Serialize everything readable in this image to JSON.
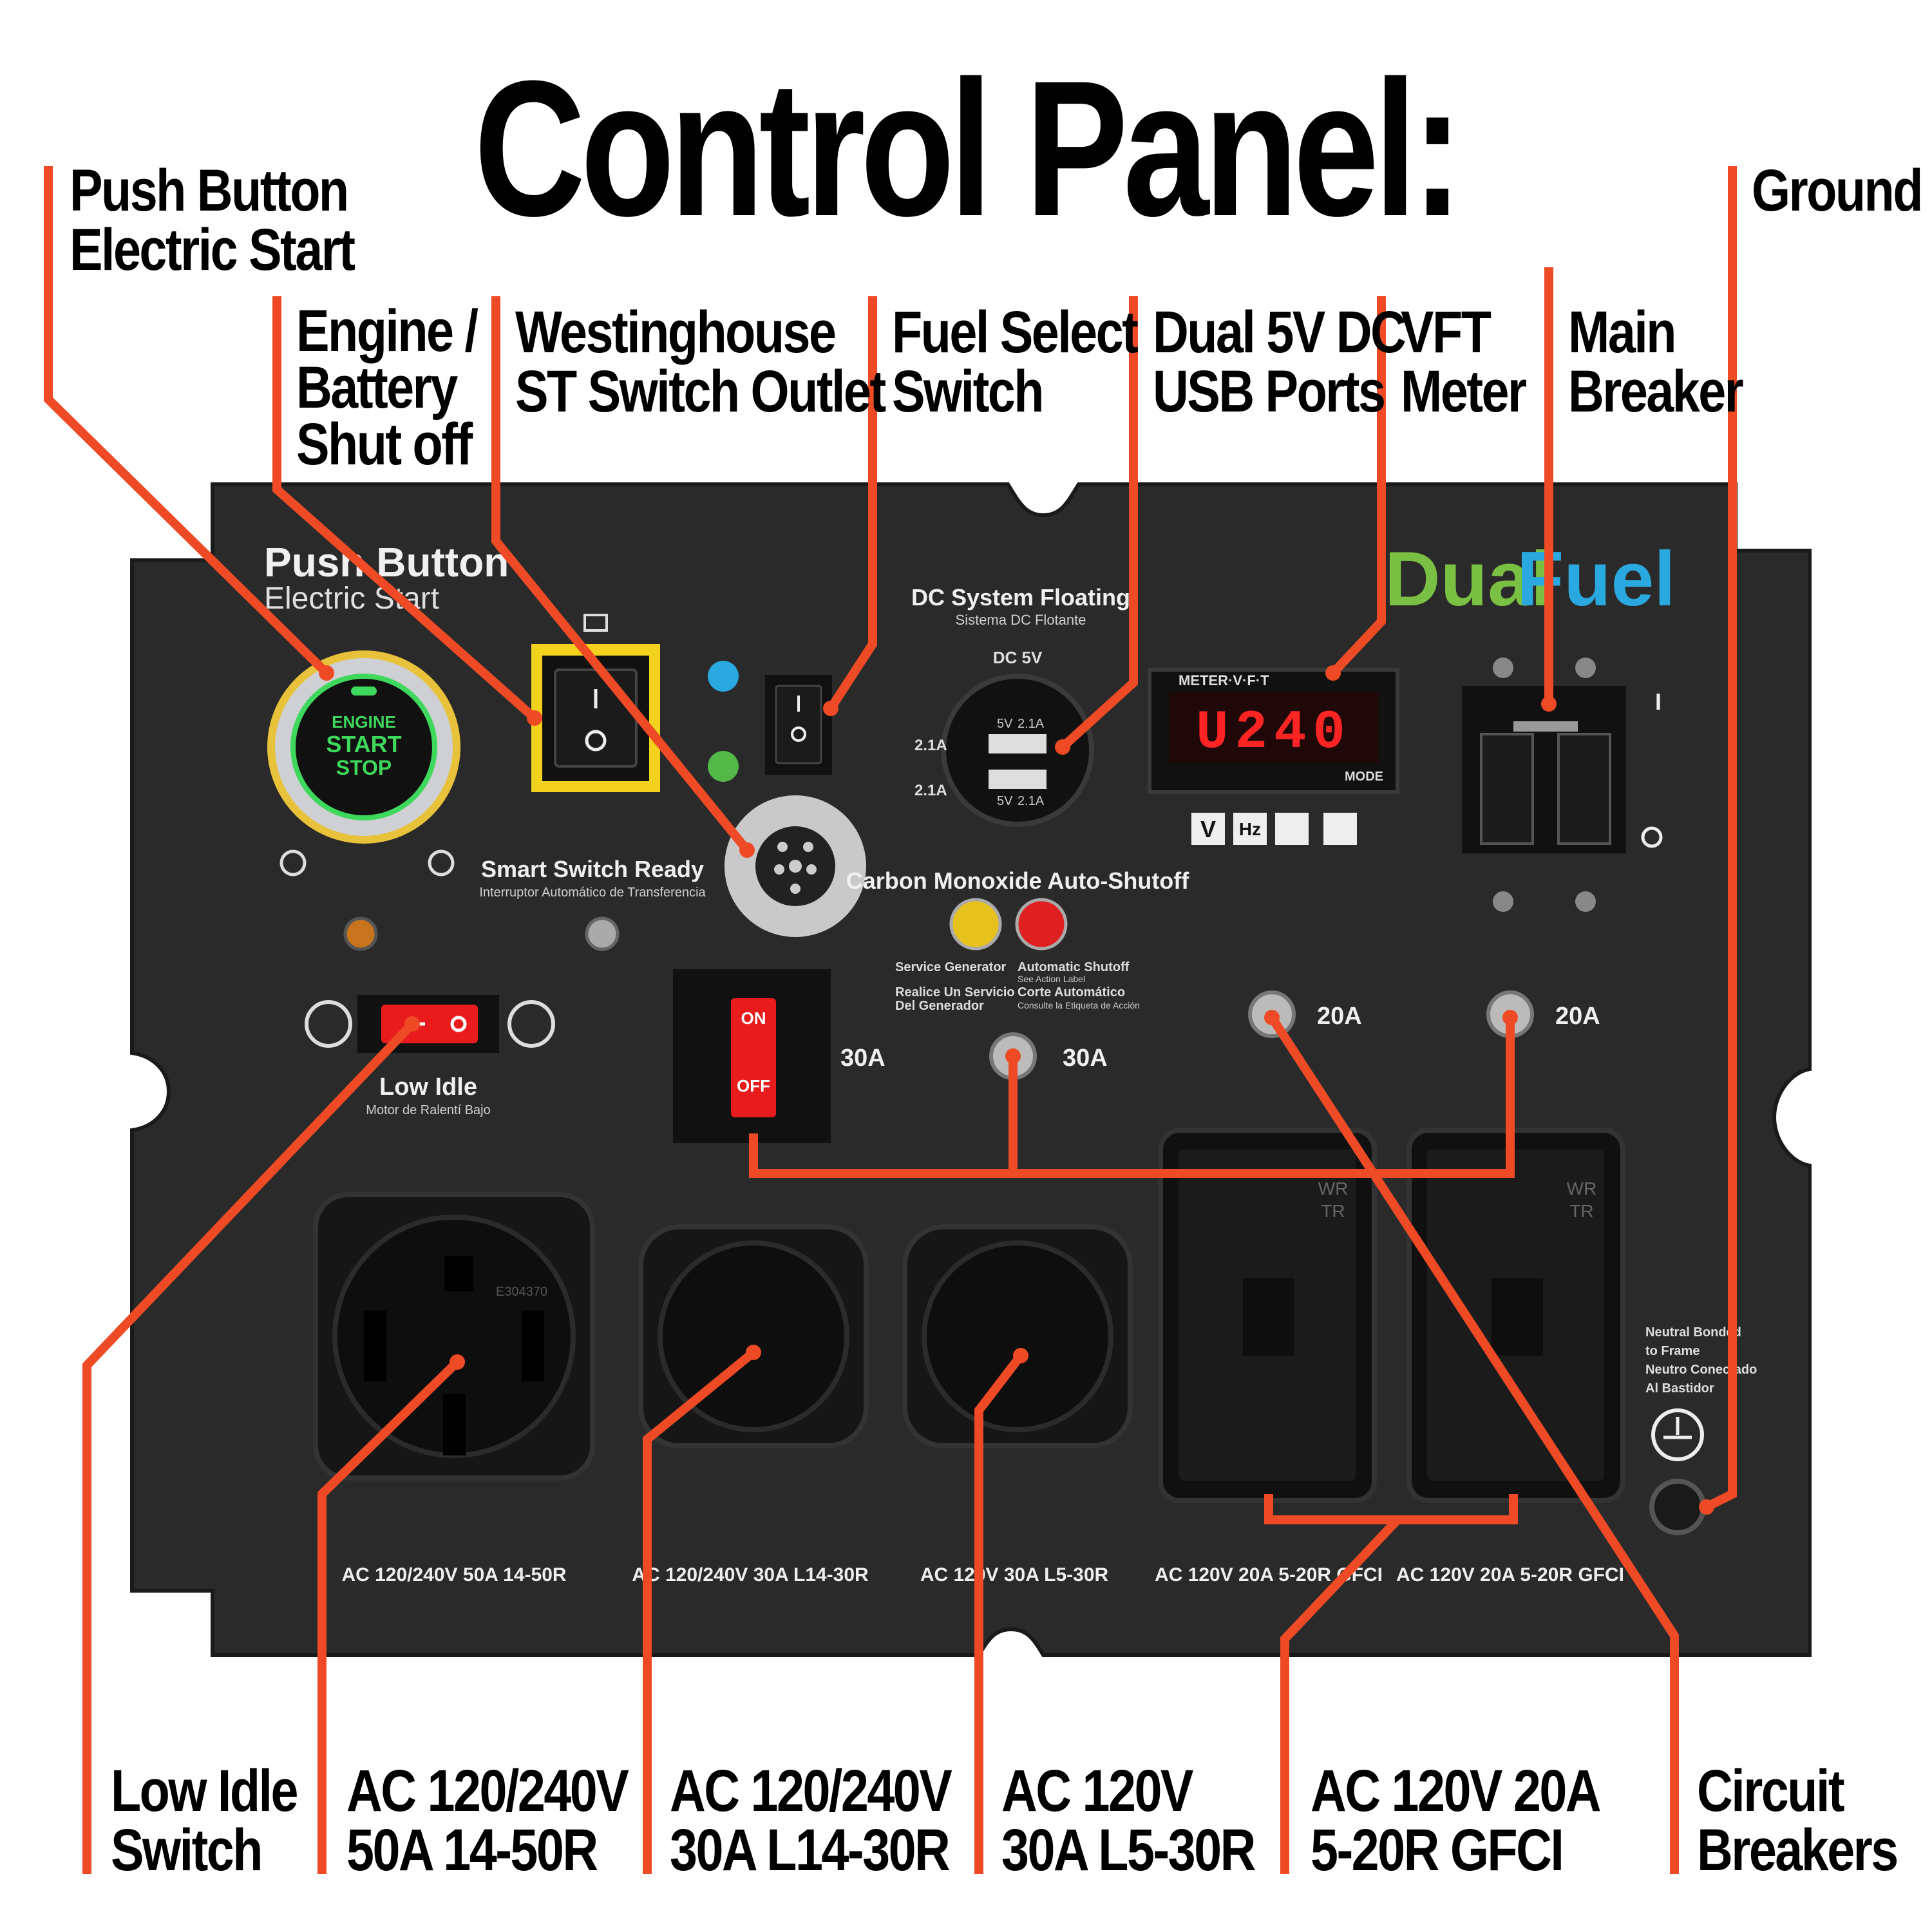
{
  "title": "Control Panel:",
  "callouts": {
    "push_button": [
      "Push Button",
      "Electric Start"
    ],
    "engine_battery": [
      "Engine /",
      "Battery",
      "Shut off"
    ],
    "st_switch": [
      "Westinghouse",
      "ST Switch Outlet"
    ],
    "fuel_select": [
      "Fuel Select",
      "Switch"
    ],
    "usb": [
      "Dual 5V DC",
      "USB Ports"
    ],
    "vft": [
      "VFT",
      "Meter"
    ],
    "main_breaker": [
      "Main",
      "Breaker"
    ],
    "ground": [
      "Ground"
    ],
    "low_idle": [
      "Low Idle",
      "Switch"
    ],
    "o50": [
      "AC 120/240V",
      "50A 14-50R"
    ],
    "l1430": [
      "AC 120/240V",
      "30A L14-30R"
    ],
    "l530": [
      "AC 120V",
      "30A L5-30R"
    ],
    "gfci": [
      "AC 120V 20A",
      "5-20R GFCI"
    ],
    "breakers": [
      "Circuit",
      "Breakers"
    ]
  },
  "panel": {
    "brand_a": "Dual",
    "brand_b": "Fuel",
    "start_button": [
      "ENGINE",
      "START",
      "STOP"
    ],
    "push_button_label": [
      "Push Button",
      "Electric Start"
    ],
    "smart_switch": [
      "Smart Switch Ready",
      "Interruptor Automático de Transferencia"
    ],
    "dc_system": [
      "DC System Floating",
      "Sistema DC Flotante"
    ],
    "dc5v": "DC 5V",
    "usb_port_a": [
      "5V",
      "2.1A"
    ],
    "usb_port_b": [
      "5V",
      "2.1A"
    ],
    "usb_side_a": "2.1A",
    "usb_side_b": "2.1A",
    "meter_brand": "METER·V·F·T",
    "meter_value": "U240",
    "meter_mode": "MODE",
    "meter_buttons": [
      "V",
      "Hz"
    ],
    "co_title": "Carbon Monoxide Auto-Shutoff",
    "service_gen": [
      "Service Generator",
      "Realice Un Servicio",
      "Del Generador"
    ],
    "auto_shutoff": [
      "Automatic Shutoff",
      "See Action Label",
      "Corte Automático",
      "Consulte la Etiqueta de Acción"
    ],
    "low_idle": [
      "Low Idle",
      "Motor de Ralentí Bajo"
    ],
    "rocker_on": "ON",
    "rocker_off": "OFF",
    "amp_30_a": "30A",
    "amp_30_b": "30A",
    "amp_20_a": "20A",
    "amp_20_b": "20A",
    "breaker_on": "I",
    "outlet_labels": [
      "AC 120/240V 50A 14-50R",
      "AC 120/240V 30A L14-30R",
      "AC 120V 30A L5-30R",
      "AC 120V 20A 5-20R GFCI",
      "AC 120V 20A 5-20R GFCI"
    ],
    "neutral_bonded": [
      "Neutral Bonded",
      "to Frame",
      "Neutro Conectado",
      "Al Bastidor"
    ],
    "e304370": "E304370",
    "gfci_wr": "WR",
    "gfci_tr": "TR",
    "gfci_wr_b": "WR",
    "gfci_tr_b": "TR"
  },
  "colors": {
    "leader": "#ee4a25",
    "panel": "#2a2a2a",
    "start_glow": "#3ed85c",
    "dual": "#7ac143",
    "fuel": "#2aa8e0",
    "meter_digits": "#ff2424",
    "yellow_frame": "#f2d21c"
  }
}
